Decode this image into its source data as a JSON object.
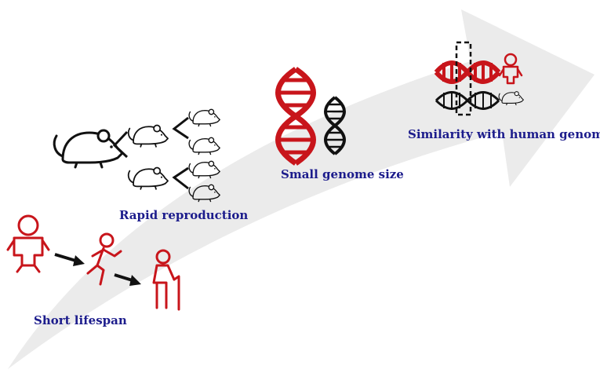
{
  "labels": {
    "short_lifespan": "Short lifespan",
    "rapid_reproduction": "Rapid reproduction",
    "small_genome": "Small genome size",
    "similarity": "Similarity with human genome"
  },
  "colors": {
    "arrow_fill": "#ebebeb",
    "label_text": "#1c1c8c",
    "human_red": "#c8151b",
    "mouse_black": "#111111"
  },
  "icons": [
    "baby-icon",
    "runner-icon",
    "elderly-icon",
    "mouse-icon",
    "dna-red-icon",
    "dna-black-icon",
    "comparison-box-icon"
  ]
}
